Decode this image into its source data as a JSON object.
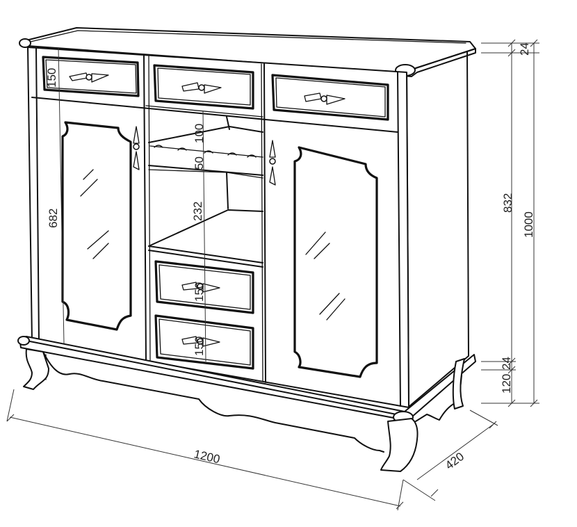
{
  "dimensions": {
    "top_thickness": "24",
    "top_drawer_height": "150",
    "shelf_height": "100",
    "wine_rack_height": "50",
    "open_shelf_height": "232",
    "lower_drawer_1_height": "150",
    "lower_drawer_2_height": "150",
    "door_height": "682",
    "body_height": "832",
    "total_height": "1000",
    "plinth_thickness": "24",
    "leg_height": "120",
    "width": "1200",
    "depth": "420"
  }
}
